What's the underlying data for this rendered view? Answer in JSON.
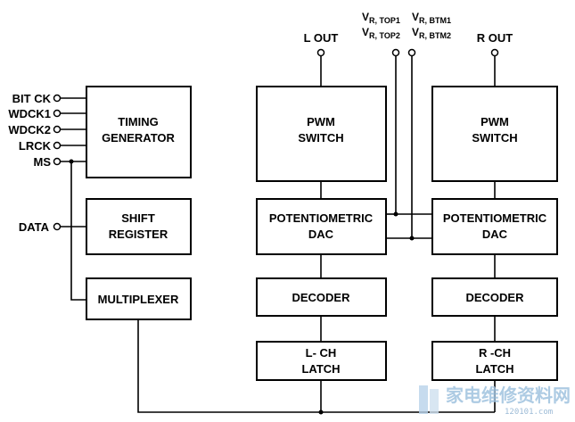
{
  "blocks": {
    "timing_generator": [
      "TIMING",
      "GENERATOR"
    ],
    "shift_register": [
      "SHIFT",
      "REGISTER"
    ],
    "multiplexer": [
      "MULTIPLEXER"
    ],
    "pwm_switch_left": [
      "PWM",
      "SWITCH"
    ],
    "pwm_switch_right": [
      "PWM",
      "SWITCH"
    ],
    "pot_dac_left": [
      "POTENTIOMETRIC",
      "DAC"
    ],
    "pot_dac_right": [
      "POTENTIOMETRIC",
      "DAC"
    ],
    "decoder_left": [
      "DECODER"
    ],
    "decoder_right": [
      "DECODER"
    ],
    "latch_left": [
      "L- CH",
      "LATCH"
    ],
    "latch_right": [
      "R -CH",
      "LATCH"
    ]
  },
  "inputs": [
    "BIT CK",
    "WDCK1",
    "WDCK2",
    "LRCK",
    "MS"
  ],
  "data_input": "DATA",
  "outputs": {
    "left": "L OUT",
    "right": "R OUT"
  },
  "references": {
    "v_r_top1": {
      "main": "V",
      "sub": "R, TOP1"
    },
    "v_r_top2": {
      "main": "V",
      "sub": "R, TOP2"
    },
    "v_r_btm1": {
      "main": "V",
      "sub": "R, BTM1"
    },
    "v_r_btm2": {
      "main": "V",
      "sub": "R, BTM2"
    }
  },
  "watermark": {
    "text": "家电维修资料网",
    "url": "120101.com"
  }
}
